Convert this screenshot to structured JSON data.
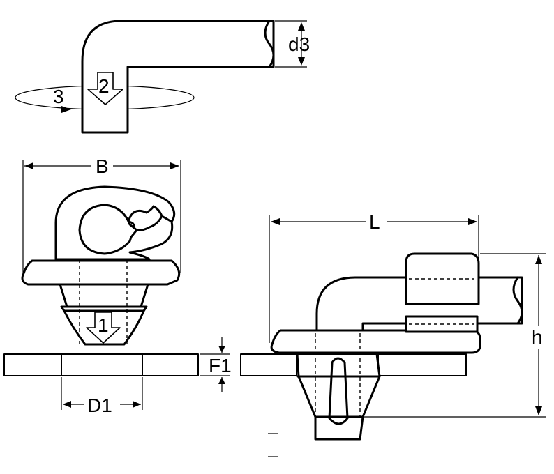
{
  "labels": {
    "d3": "d3",
    "rotation": "3",
    "step_press": "2",
    "step_insert": "1",
    "width": "B",
    "length": "L",
    "height": "h",
    "hole_diameter": "D1",
    "panel_thickness": "F1"
  }
}
